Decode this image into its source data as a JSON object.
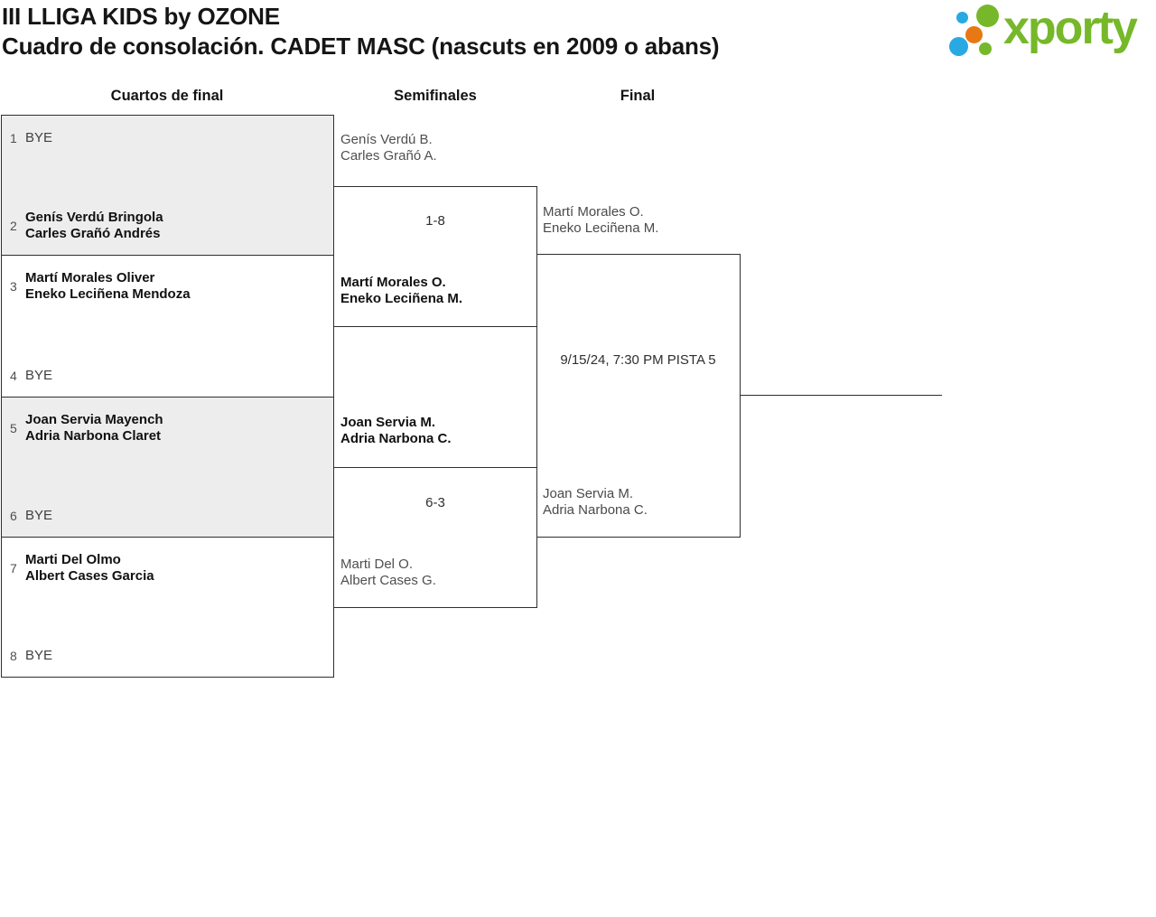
{
  "header": {
    "title": "III LLIGA KIDS by OZONE",
    "subtitle": "Cuadro de consolación. CADET MASC (nascuts en 2009 o abans)",
    "logo_text": "xporty"
  },
  "columns": [
    "Cuartos de final",
    "Semifinales",
    "Final"
  ],
  "colors": {
    "brand_green": "#76b82a",
    "brand_blue": "#29a9e1",
    "brand_orange": "#e87813",
    "bracket_line": "#2e2e2e",
    "shaded_box": "#ededed",
    "winner_text": "#111111",
    "muted_text": "#4f4f4f"
  },
  "bracket": {
    "quarterfinals": [
      {
        "top": {
          "seed": "1",
          "lines": [
            "BYE"
          ]
        },
        "bottom": {
          "seed": "2",
          "lines": [
            "Genís Verdú Bringola",
            "Carles Grañó Andrés"
          ]
        }
      },
      {
        "top": {
          "seed": "3",
          "lines": [
            "Martí Morales Oliver",
            "Eneko Leciñena Mendoza"
          ]
        },
        "bottom": {
          "seed": "4",
          "lines": [
            "BYE"
          ]
        }
      },
      {
        "top": {
          "seed": "5",
          "lines": [
            "Joan Servia Mayench",
            "Adria Narbona Claret"
          ]
        },
        "bottom": {
          "seed": "6",
          "lines": [
            "BYE"
          ]
        }
      },
      {
        "top": {
          "seed": "7",
          "lines": [
            "Marti Del Olmo",
            "Albert Cases Garcia"
          ]
        },
        "bottom": {
          "seed": "8",
          "lines": [
            "BYE"
          ]
        }
      }
    ],
    "semifinals": [
      {
        "score": "1-8",
        "top_team": [
          "Genís Verdú B.",
          "Carles Grañó A."
        ],
        "bottom_team": [
          "Martí Morales O.",
          "Eneko Leciñena M."
        ]
      },
      {
        "score": "6-3",
        "top_team": [
          "Joan Servia M.",
          "Adria Narbona C."
        ],
        "bottom_team": [
          "Marti Del O.",
          "Albert Cases G."
        ]
      }
    ],
    "final": {
      "schedule": "9/15/24, 7:30 PM PISTA 5",
      "top_team": [
        "Martí Morales O.",
        "Eneko Leciñena M."
      ],
      "bottom_team": [
        "Joan Servia M.",
        "Adria Narbona C."
      ]
    }
  }
}
